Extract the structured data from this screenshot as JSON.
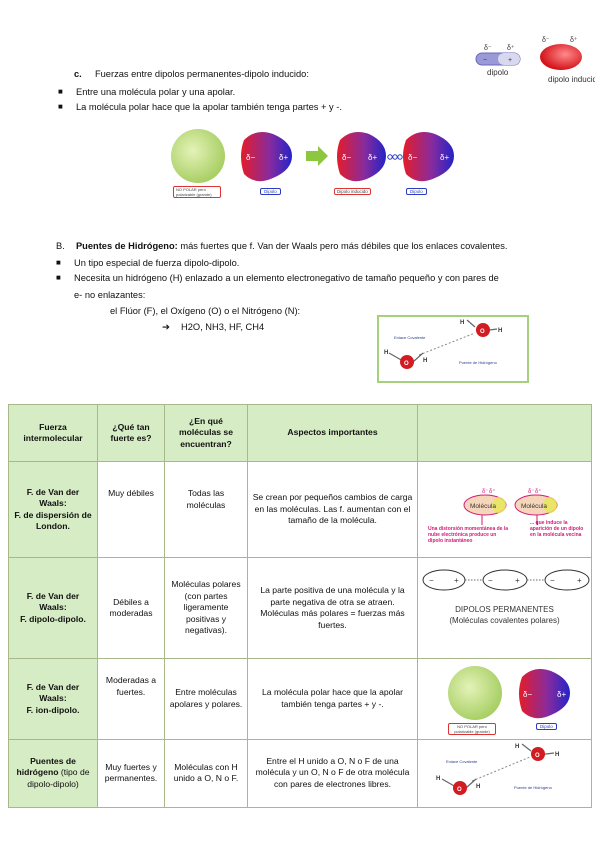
{
  "section_c": {
    "marker": "c.",
    "title": "Fuerzas entre dipolos permanentes-dipolo inducido:",
    "bullets": [
      "Entre una molécula polar y una apolar.",
      "La molécula polar hace que la apolar también tenga partes + y -."
    ]
  },
  "top_right_figure": {
    "dipolo_label": "dipolo",
    "inducido_label": "dipolo inducido",
    "delta_minus": "δ⁻",
    "delta_plus": "δ⁺"
  },
  "figure_c": {
    "nonpolar_label": "NO POLAR pero polarizable (grande)",
    "dipolo_label": "Dipolo",
    "dipolo_inducido_label": "Dipolo inducido",
    "delta_minus": "δ−",
    "delta_plus": "δ+"
  },
  "section_b": {
    "marker": "B.",
    "title_bold": "Puentes de Hidrógeno:",
    "title_rest": " más fuertes que f. Van der Waals pero más débiles que los enlaces covalentes.",
    "bullets": [
      "Un tipo especial de fuerza dipolo-dipolo.",
      "Necesita un hidrógeno (H) enlazado a un elemento electronegativo de tamaño pequeño y con pares de"
    ],
    "bullet2_cont": "e- no enlazantes:",
    "elements_line": "el Flúor (F), el Oxígeno (O) o el Nitrógeno (N):",
    "arrow": "➔",
    "examples": "H2O, NH3, HF, CH4"
  },
  "hbond_figure": {
    "enlace_label": "Enlace Covalente",
    "puente_label": "Puente de Hidrógeno",
    "h": "H",
    "o": "O"
  },
  "table": {
    "headers": [
      "Fuerza intermolecular",
      "¿Qué tan fuerte es?",
      "¿En qué moléculas se encuentran?",
      "Aspectos importantes",
      ""
    ],
    "rows": [
      {
        "name_line1": "F. de Van der Waals:",
        "name_line2": "F. de dispersión de London.",
        "strength": "Muy débiles",
        "where": "Todas las moléculas",
        "aspects": "Se crean por pequeños cambios de carga en las moléculas. Las f. aumentan con el tamaño de la molécula."
      },
      {
        "name_line1": "F. de Van der Waals:",
        "name_line2": "F. dipolo-dipolo.",
        "strength": "Débiles a moderadas",
        "where": "Moléculas polares (con partes ligeramente positivas y negativas).",
        "aspects": "La parte positiva de una molécula y la parte negativa de otra se atraen. Moléculas más polares = fuerzas más fuertes."
      },
      {
        "name_line1": "F. de Van der Waals:",
        "name_line2": "F. ion-dipolo.",
        "strength": "Moderadas a fuertes.",
        "where": "Entre moléculas apolares y polares.",
        "aspects": "La molécula polar hace que la apolar también tenga partes + y -."
      },
      {
        "name_line1": "Puentes de hidrógeno",
        "name_line2": " (tipo de dipolo-dipolo)",
        "strength": "Muy fuertes y permanentes.",
        "where": "Moléculas con H unido a O, N o F.",
        "aspects": "Entre el H unido a O, N o F de una molécula y un O, N o F de otra molécula con pares de electrones libres."
      }
    ]
  },
  "london_figure": {
    "molecula": "Molécula",
    "delta_minus": "δ⁻",
    "delta_plus": "δ⁺",
    "left_caption": "Una distorsión momentánea de la nube electrónica produce un dipolo instantáneo",
    "right_caption": "... que induce la aparición de un dipolo en la molécula vecina"
  },
  "dipolos_figure": {
    "minus": "−",
    "plus": "+",
    "title": "DIPOLOS PERMANENTES",
    "subtitle": "(Moléculas covalentes polares)"
  },
  "colors": {
    "header_bg": "#d6ecc4",
    "border": "#a8b88a",
    "red": "#d0262a",
    "blue": "#2233bb",
    "green_sphere": "#c6e08c"
  }
}
